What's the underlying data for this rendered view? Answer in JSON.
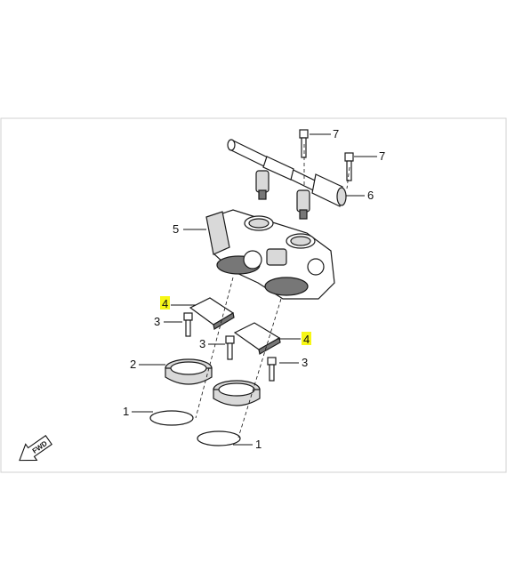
{
  "callouts": {
    "c7a": "7",
    "c7b": "7",
    "c6": "6",
    "c5": "5",
    "c4a": "4",
    "c4b": "4",
    "c3a": "3",
    "c3b": "3",
    "c3c": "3",
    "c2": "2",
    "c1a": "1",
    "c1b": "1"
  },
  "direction_arrow": {
    "label": "FWD",
    "icon": "forward-arrow-icon"
  },
  "highlight_color": "#f7f716"
}
